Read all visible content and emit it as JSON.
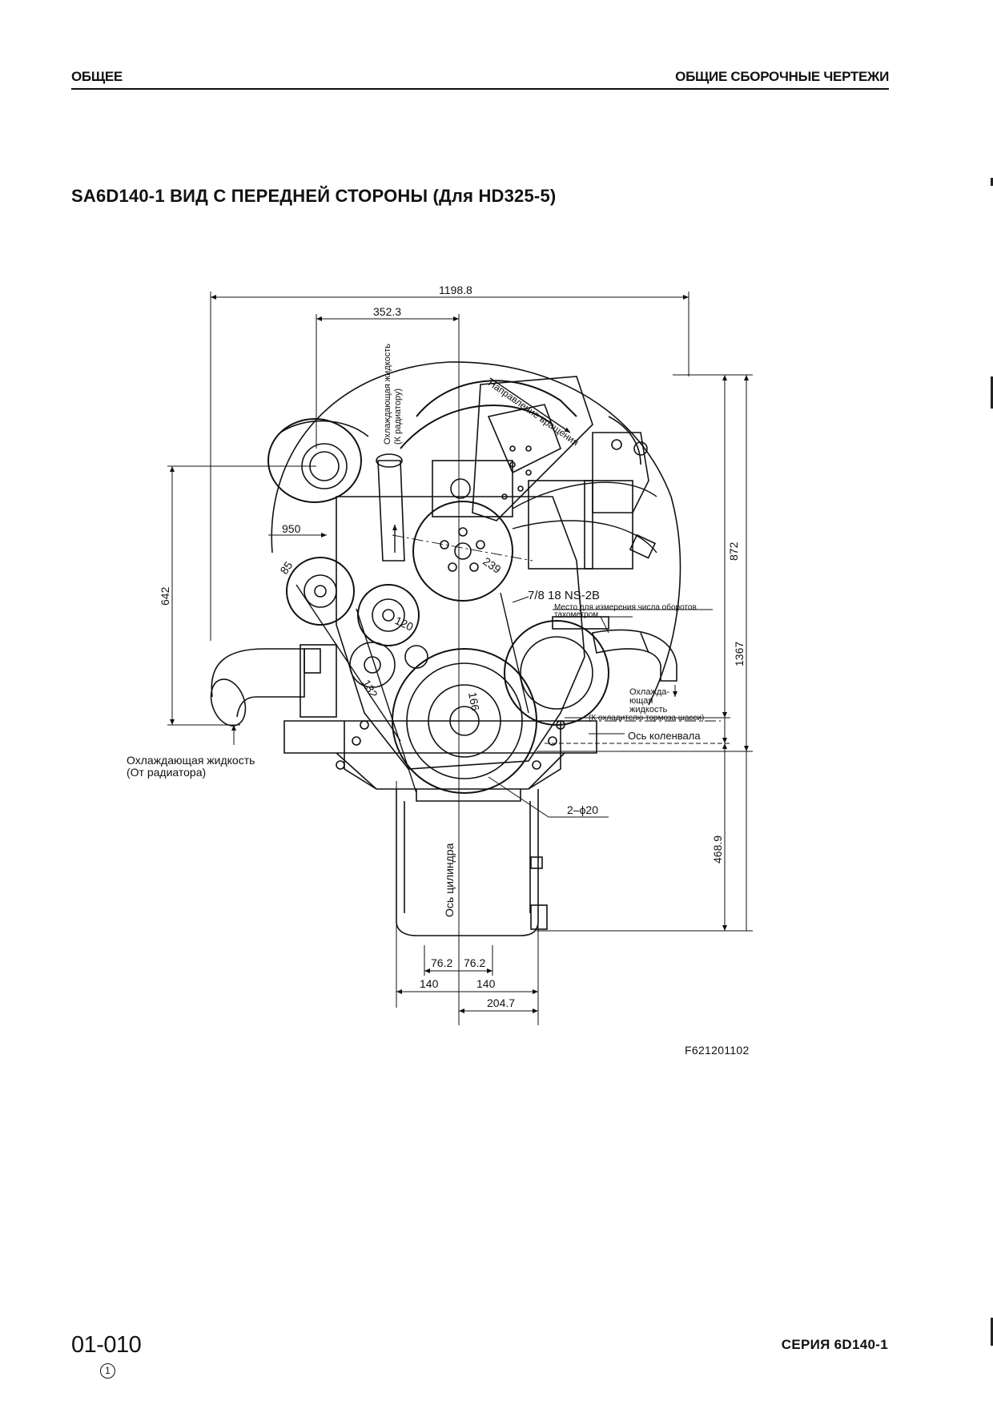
{
  "header": {
    "left": "ОБЩЕЕ",
    "right": "ОБЩИЕ СБОРОЧНЫЕ ЧЕРТЕЖИ"
  },
  "title": "SA6D140-1 ВИД С ПЕРЕДНЕЙ СТОРОНЫ (Для HD325-5)",
  "dimensions": {
    "overall_width": "1198.8",
    "offset_top": "352.3",
    "d950": "950",
    "d642": "642",
    "d872": "872",
    "d1367": "1367",
    "d468": "468.9",
    "d85": "85",
    "d120": "120",
    "d132": "132",
    "d166": "166",
    "d239": "239",
    "d76a": "76.2",
    "d76b": "76.2",
    "d140a": "140",
    "d140b": "140",
    "d204": "204.7",
    "holes": "2–ϕ20"
  },
  "labels": {
    "coolant_to_radiator_1": "Охлаждающая жидкость",
    "coolant_to_radiator_2": "(К радиатору)",
    "rotation": "Направление вращения",
    "thread_spec": "7/8 18 NS-2B",
    "tacho_1": "Место для измерения числа оборотов",
    "tacho_2": "тахометром",
    "coolant_brake_1": "Охлажда-",
    "coolant_brake_2": "ющая",
    "coolant_brake_3": "жидкость",
    "coolant_brake_4": "(К охладителю тормоза шасси)",
    "crank_axis": "Ось коленвала",
    "coolant_from_1": "Охлаждающая жидкость",
    "coolant_from_2": "(От радиатора)",
    "cyl_axis": "Ось цилиндра"
  },
  "figure_code": "F621201102",
  "footer": {
    "page": "01-010",
    "revision": "1",
    "series": "СЕРИЯ 6D140-1"
  }
}
